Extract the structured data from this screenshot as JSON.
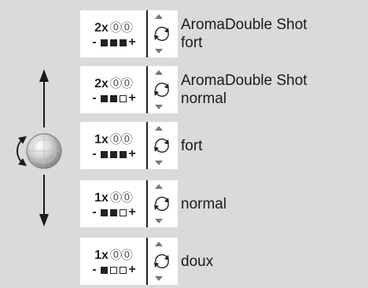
{
  "rows": [
    {
      "strength": "2x",
      "beans": "⓪⓪",
      "level": 3,
      "label_line1": "AromaDouble Shot",
      "label_line2": "fort"
    },
    {
      "strength": "2x",
      "beans": "⓪⓪",
      "level": 2,
      "label_line1": "AromaDouble Shot",
      "label_line2": "normal"
    },
    {
      "strength": "1x",
      "beans": "⓪⓪",
      "level": 3,
      "label_line1": "fort",
      "label_line2": ""
    },
    {
      "strength": "1x",
      "beans": "⓪⓪",
      "level": 2,
      "label_line1": "normal",
      "label_line2": ""
    },
    {
      "strength": "1x",
      "beans": "⓪⓪",
      "level": 1,
      "label_line1": "doux",
      "label_line2": ""
    }
  ],
  "scale_minus": "-",
  "scale_plus": "+",
  "scale_max": 3,
  "icons": {
    "knob": "rotary-knob-icon",
    "up_arrow": "arrow-up-icon",
    "down_arrow": "arrow-down-icon",
    "rotate": "rotate-icon",
    "scroll_up": "caret-up-icon",
    "scroll_down": "caret-down-icon"
  },
  "colors": {
    "background": "#d9dadb",
    "panel": "#ffffff",
    "ink": "#222222"
  }
}
